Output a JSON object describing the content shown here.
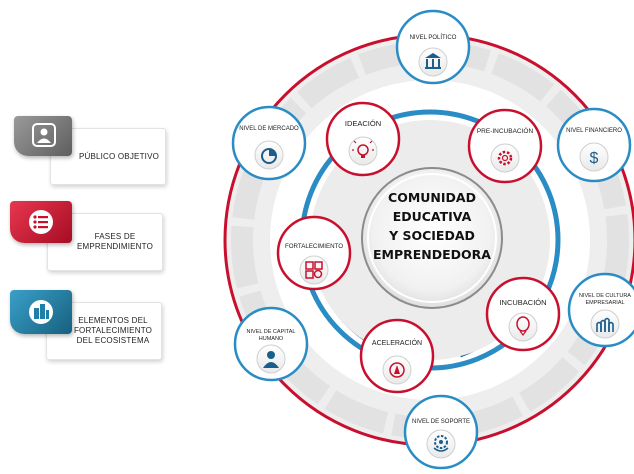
{
  "legend": {
    "publico": {
      "label": "PÚBLICO OBJETIVO",
      "icon": "person-icon",
      "color": "#8a8a8a"
    },
    "fases": {
      "label_line1": "FASES DE",
      "label_line2": "EMPRENDIMIENTO",
      "icon": "list-icon",
      "color": "#c8102e"
    },
    "elementos": {
      "label_line1": "ELEMENTOS DEL",
      "label_line2": "FORTALECIMIENTO",
      "label_line3": "DEL ECOSISTEMA",
      "icon": "buildings-icon",
      "color": "#1f7fa8"
    }
  },
  "center": {
    "line1": "COMUNIDAD",
    "line2": "EDUCATIVA",
    "line3": "Y SOCIEDAD",
    "line4": "EMPRENDEDORA"
  },
  "phases": {
    "ideacion": "IDEACIÓN",
    "preincubacion": "PRE-INCUBACIÓN",
    "incubacion": "INCUBACIÓN",
    "aceleracion": "ACELERACIÓN",
    "fortalecimiento": "FORTALECIMIENTO"
  },
  "levels": {
    "politico": "NIVEL POLÍTICO",
    "financiero": "NIVEL FINANCIERO",
    "cultura_line1": "NIVEL DE CULTURA",
    "cultura_line2": "EMPRESARIAL",
    "soporte": "NIVEL DE SOPORTE",
    "capital_line1": "NIVEL DE CAPITAL",
    "capital_line2": "HUMANO",
    "mercado": "NIVEL DE MERCADO"
  },
  "colors": {
    "red": "#c8102e",
    "blue": "#2a8cc4",
    "navy": "#1b5e8c",
    "gray_ring": "#dcdcdc"
  }
}
